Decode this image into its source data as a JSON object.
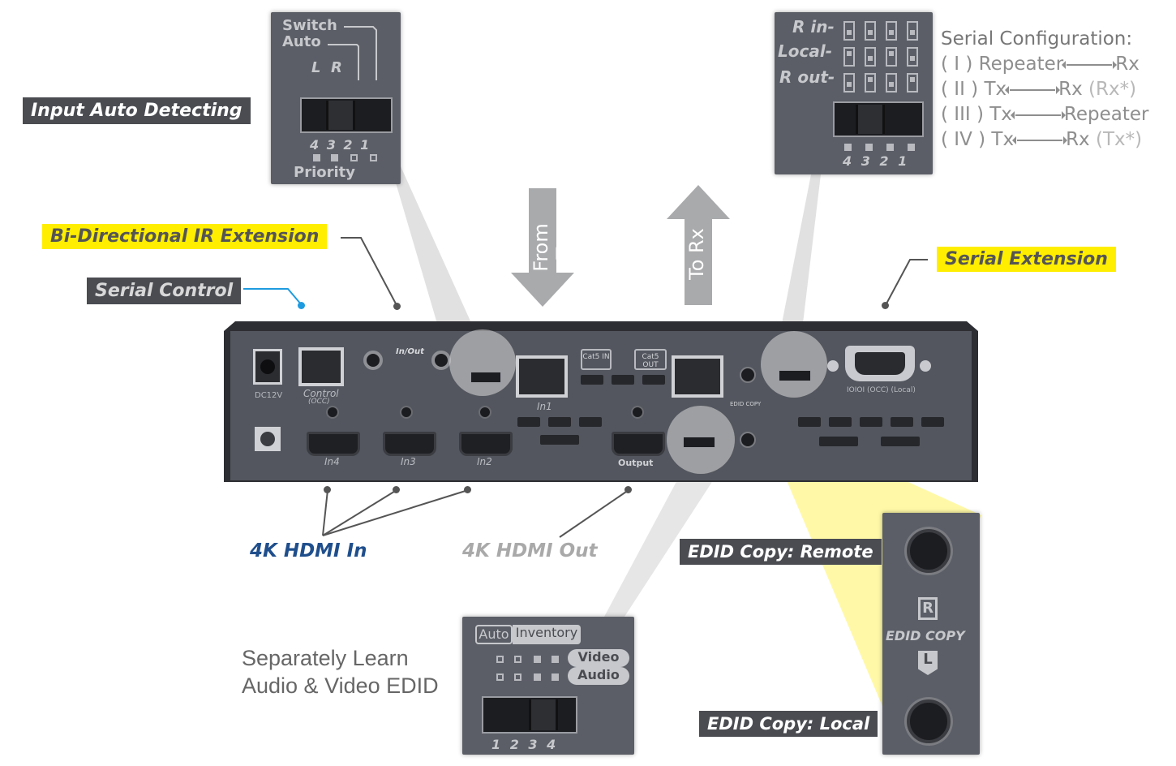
{
  "callouts": {
    "input_auto_detecting": "Input Auto Detecting",
    "bi_directional_ir": "Bi-Directional IR Extension",
    "serial_control": "Serial Control",
    "serial_extension": "Serial Extension",
    "hdmi_in": "4K HDMI In",
    "hdmi_out": "4K HDMI Out",
    "edid_remote": "EDID Copy: Remote",
    "edid_local": "EDID Copy: Local",
    "separately_learn_line1": "Separately Learn",
    "separately_learn_line2": "Audio & Video EDID"
  },
  "arrows": {
    "from_tx": "From Tx",
    "to_rx": "To Rx"
  },
  "serial_config": {
    "title": "Serial Configuration:",
    "rows": [
      {
        "num": "( I )",
        "left": "Repeater",
        "right": "Rx",
        "right_note": ""
      },
      {
        "num": "( II )",
        "left": "Tx",
        "right": "Rx",
        "right_note": "(Rx*)"
      },
      {
        "num": "( III )",
        "left": "Tx",
        "right": "Repeater",
        "right_note": ""
      },
      {
        "num": "( IV )",
        "left": "Tx",
        "right": "Rx",
        "right_note": "(Tx*)"
      }
    ]
  },
  "zoom_switch": {
    "switch": "Switch",
    "auto": "Auto",
    "l": "L",
    "r": "R",
    "numbers": "4  3  2  1",
    "priority": "Priority"
  },
  "zoom_serial": {
    "r_in": "R in-",
    "local": "Local-",
    "r_out": "R out-",
    "numbers": "4  3  2  1"
  },
  "zoom_edid_learn": {
    "auto": "Auto",
    "inventory": "Inventory",
    "video": "Video",
    "audio": "Audio",
    "numbers": "1  2  3  4"
  },
  "zoom_edid_copy": {
    "r": "R",
    "edid_copy": "EDID COPY",
    "l": "L"
  },
  "device_labels": {
    "dc12v": "DC12V",
    "control": "Control",
    "control_sub": "(OCC)",
    "in_out": "In/Out",
    "in1": "In1",
    "in2": "In2",
    "in3": "In3",
    "in4": "In4",
    "cat5_in": "Cat5 IN",
    "cat5_out": "Cat5 OUT",
    "output": "Output",
    "edid_copy": "EDID COPY",
    "local": "IOIOI (OCC) (Local)"
  },
  "colors": {
    "yellow_tag": "#ffee00",
    "dark_tag": "#4a4c52",
    "hdmi_in_blue": "#1f4e8c",
    "hdmi_out_gray": "#a9a9a9",
    "serial_control_line": "#1e9be0"
  }
}
